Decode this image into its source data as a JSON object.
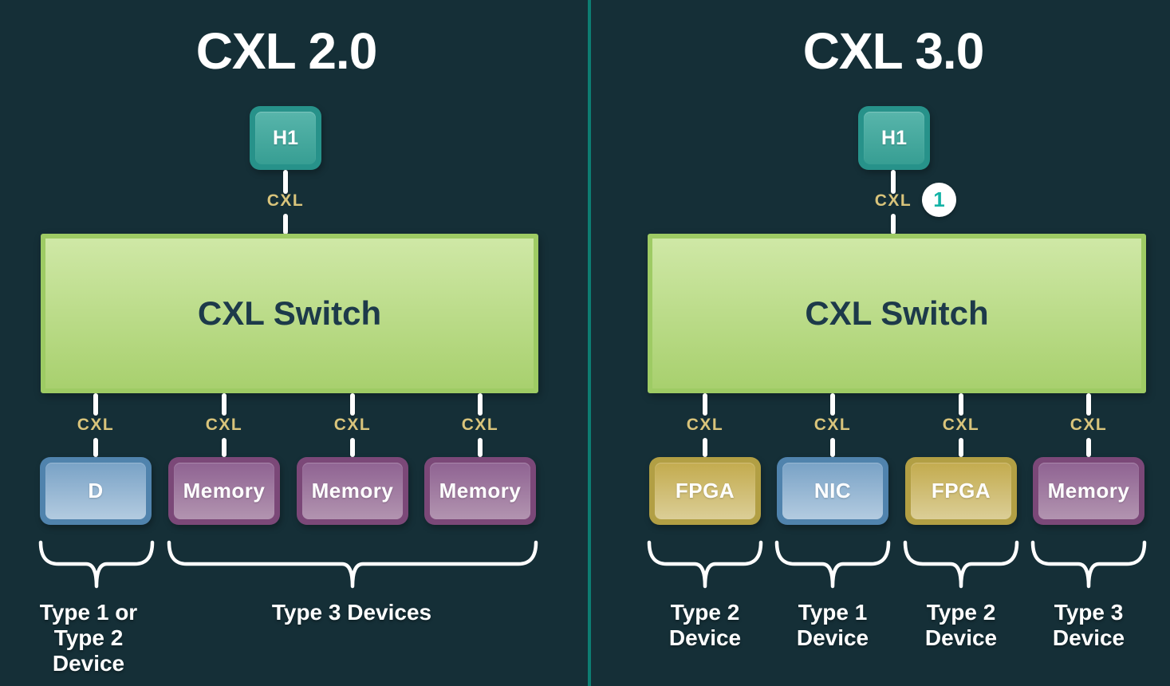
{
  "colors": {
    "background": "#152f37",
    "divider": "#0d7d72",
    "line": "#ffffff",
    "link_text": "#d9c47b",
    "title_text": "#ffffff",
    "label_text": "#ffffff",
    "switch_text": "#1d3a4a",
    "host_border": "#27928a",
    "host_top": "#58b5ab",
    "host_bottom": "#379e93",
    "switch_border": "#9ecb64",
    "switch_top": "#cfe8a6",
    "switch_bottom": "#a8d06e",
    "blue_border": "#5083ad",
    "blue_top": "#79a2c6",
    "blue_bottom": "#b3cbe0",
    "purple_border": "#7b4878",
    "purple_top": "#8f6392",
    "purple_bottom": "#b294b0",
    "gold_border": "#b29f44",
    "gold_top": "#c3ab4e",
    "gold_bottom": "#dbce97",
    "badge_bg": "#ffffff",
    "badge_text": "#14b3a6"
  },
  "left": {
    "title": "CXL 2.0",
    "host_label": "H1",
    "host_link_label": "CXL",
    "switch_label": "CXL Switch",
    "devices": [
      {
        "label": "D",
        "link_label": "CXL"
      },
      {
        "label": "Memory",
        "link_label": "CXL"
      },
      {
        "label": "Memory",
        "link_label": "CXL"
      },
      {
        "label": "Memory",
        "link_label": "CXL"
      }
    ],
    "groups": [
      {
        "lines": [
          "Type 1 or",
          "Type 2",
          "Device"
        ]
      },
      {
        "lines": [
          "Type 3 Devices"
        ]
      }
    ]
  },
  "right": {
    "title": "CXL 3.0",
    "host_label": "H1",
    "host_link_label": "CXL",
    "badge_label": "1",
    "switch_label": "CXL Switch",
    "devices": [
      {
        "label": "FPGA",
        "link_label": "CXL"
      },
      {
        "label": "NIC",
        "link_label": "CXL"
      },
      {
        "label": "FPGA",
        "link_label": "CXL"
      },
      {
        "label": "Memory",
        "link_label": "CXL"
      }
    ],
    "groups": [
      {
        "lines": [
          "Type 2",
          "Device"
        ]
      },
      {
        "lines": [
          "Type 1",
          "Device"
        ]
      },
      {
        "lines": [
          "Type 2",
          "Device"
        ]
      },
      {
        "lines": [
          "Type 3",
          "Device"
        ]
      }
    ]
  }
}
